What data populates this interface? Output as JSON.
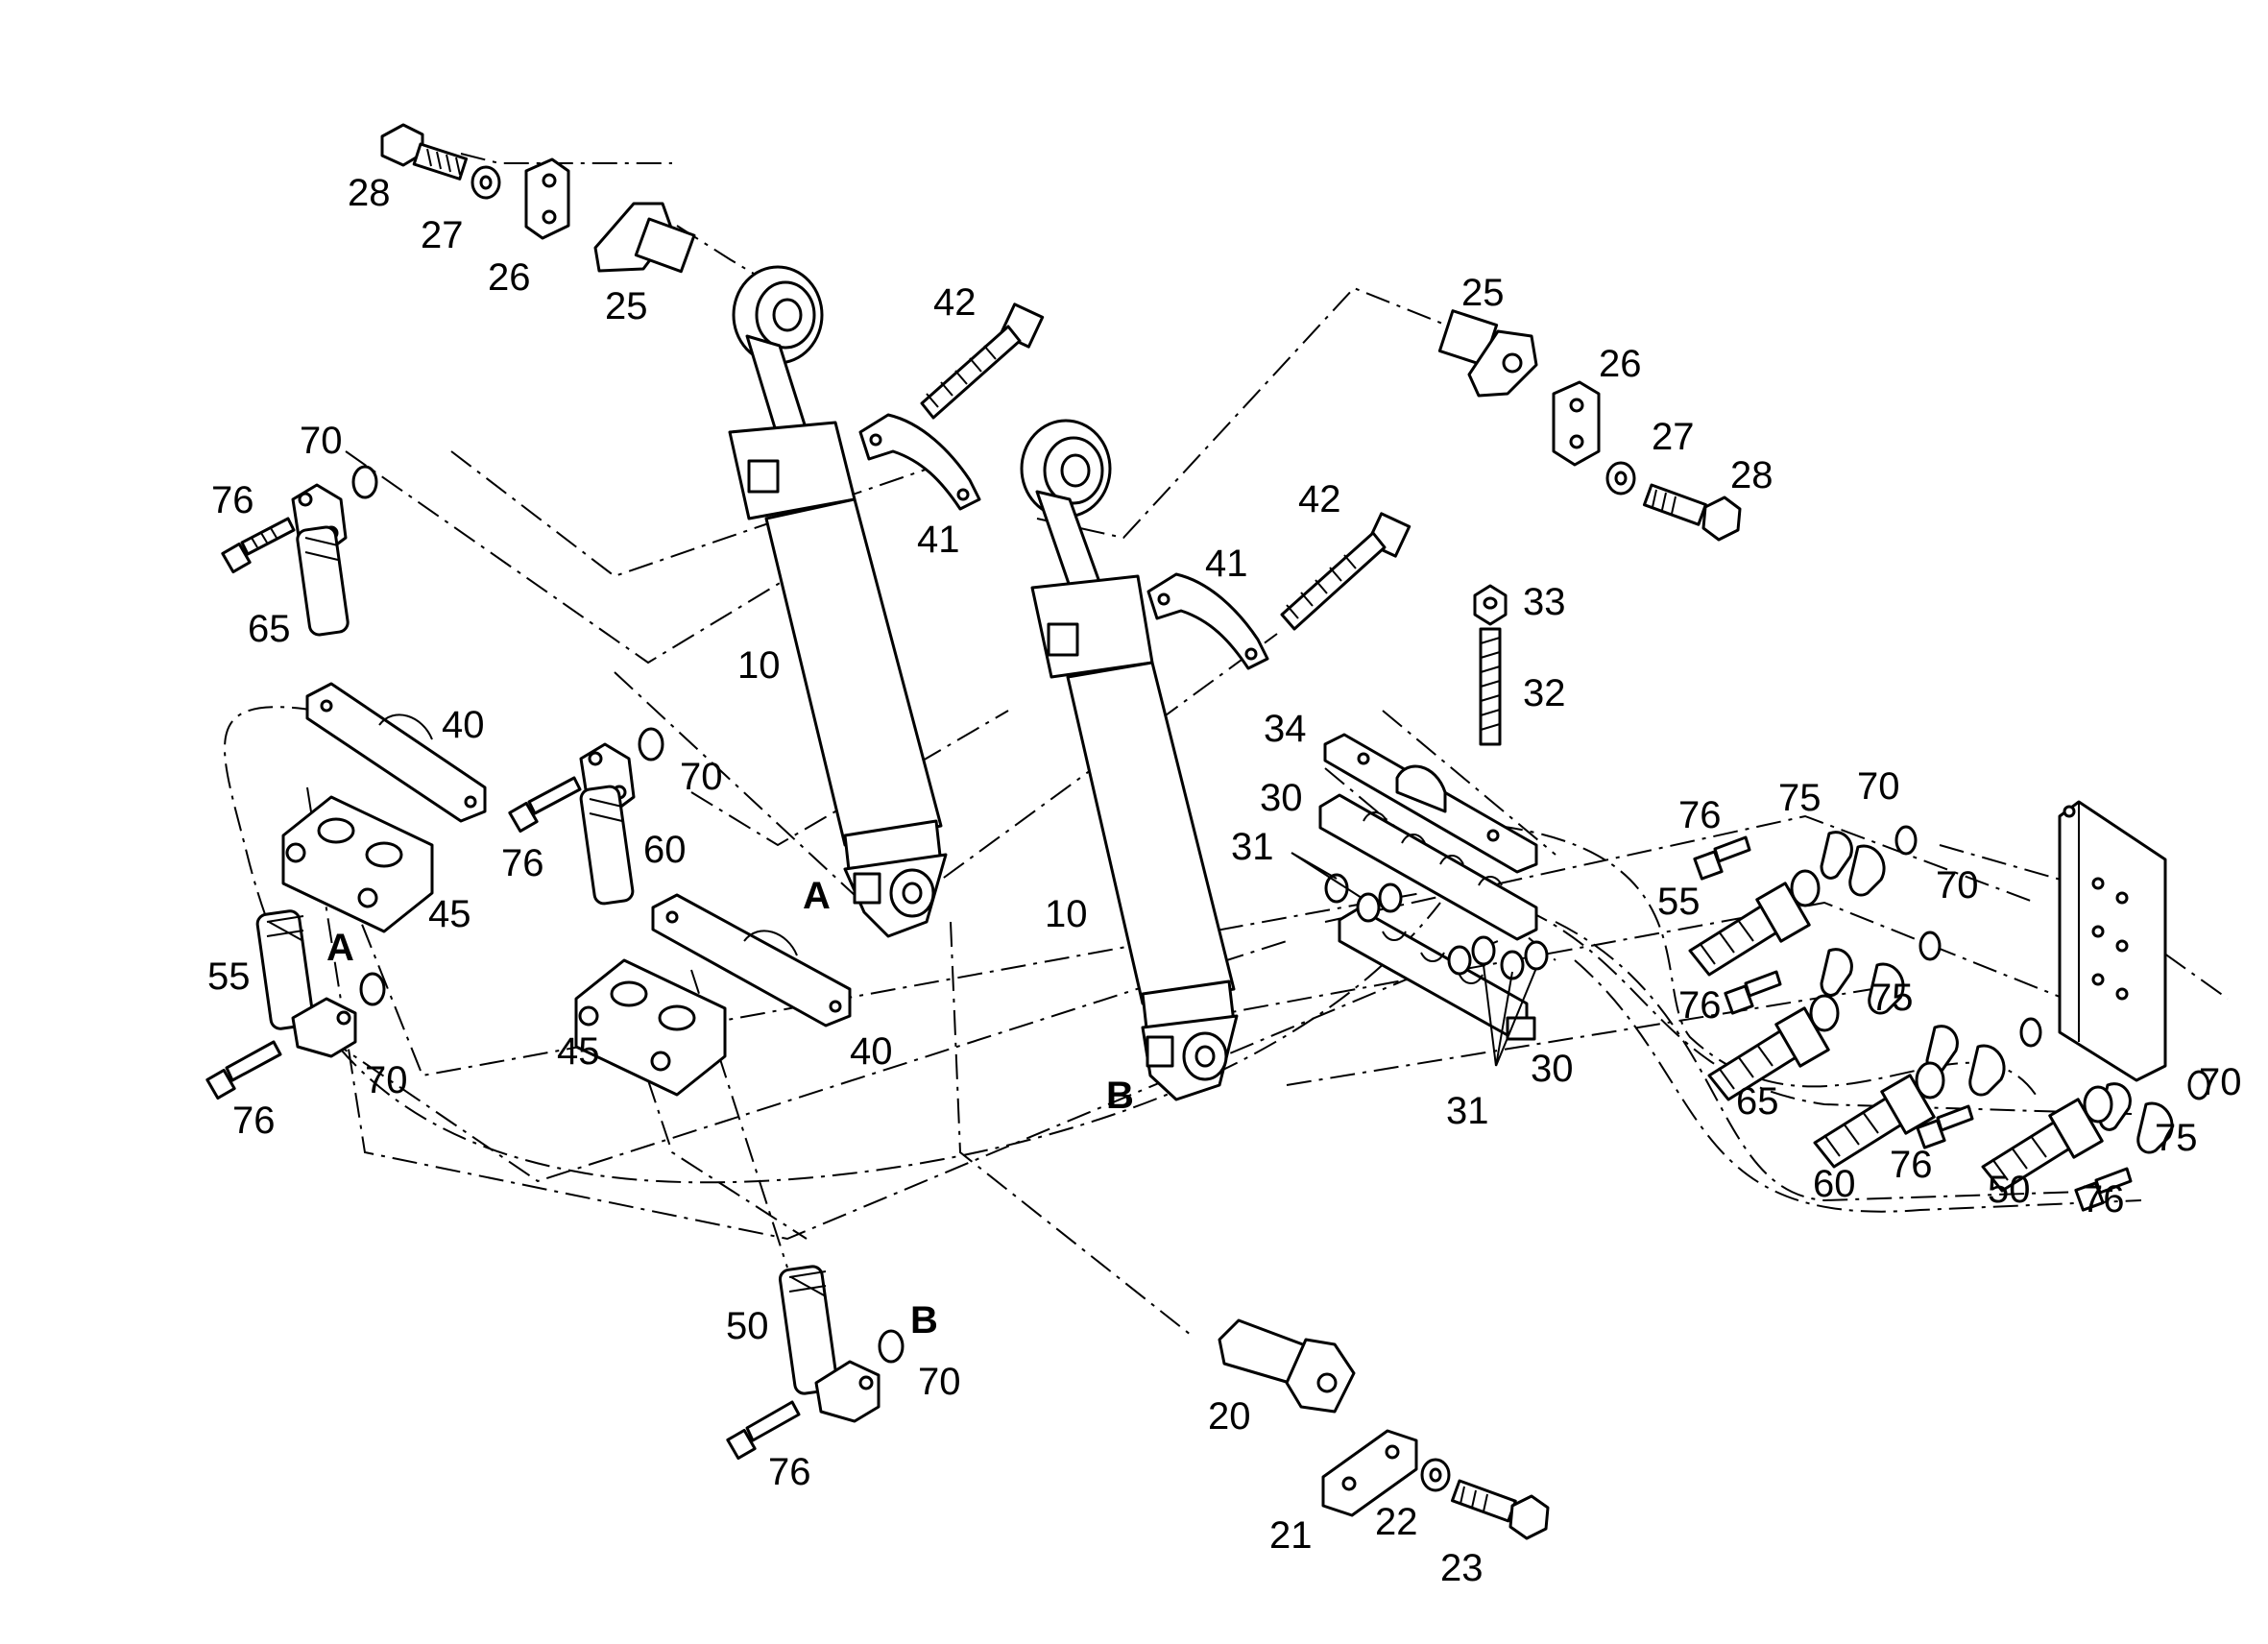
{
  "callouts": {
    "p28a": "28",
    "p27a": "27",
    "p26a": "26",
    "p25a": "25",
    "p42a": "42",
    "p41a": "41",
    "p70a": "70",
    "p76a": "76",
    "p65a": "65",
    "p10a": "10",
    "p40a": "40",
    "p45a": "45",
    "p70b": "70",
    "p76b": "76",
    "p60a": "60",
    "p55a": "55",
    "p70c": "70",
    "p76c": "76",
    "p45b": "45",
    "p40b": "40",
    "p25b": "25",
    "p26b": "26",
    "p27b": "27",
    "p28b": "28",
    "p42b": "42",
    "p41b": "41",
    "p33": "33",
    "p32": "32",
    "p34": "34",
    "p30a": "30",
    "p31a": "31",
    "p10b": "10",
    "p31b": "31",
    "p30b": "30",
    "p76d": "76",
    "p75a": "75",
    "p70d": "70",
    "p55b": "55",
    "p70e": "70",
    "p76e": "76",
    "p75b": "75",
    "p65b": "65",
    "p60b": "60",
    "p76f": "76",
    "p70f": "70",
    "p75c": "75",
    "p50b": "50",
    "p76g": "76",
    "p50a": "50",
    "p70g": "70",
    "p76h": "76",
    "p20": "20",
    "p21": "21",
    "p22": "22",
    "p23": "23"
  },
  "markers": {
    "a_left": "A",
    "a_cyl": "A",
    "b_cyl": "B",
    "b_bottom": "B"
  }
}
